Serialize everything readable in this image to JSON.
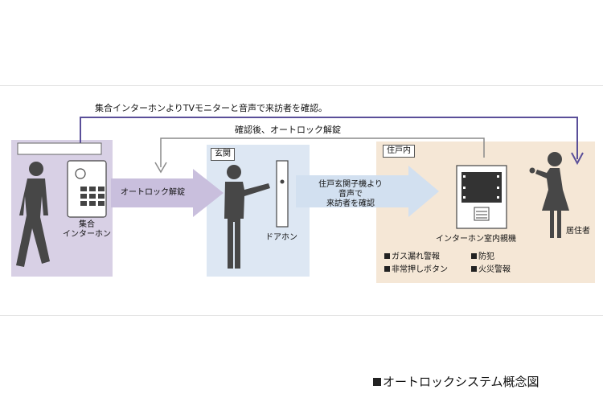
{
  "diagram": {
    "top_message": "集合インターホンよりTVモニターと音声で来訪者を確認。",
    "return_message": "確認後、オートロック解錠",
    "arrow_unlock_label": "オートロック解錠",
    "arrow_confirm_label_lines": [
      "住戸玄関子機より",
      "音声で",
      "来訪者を確認"
    ],
    "regions": {
      "genkan_tag": "玄関",
      "residence_tag": "住戸内"
    },
    "entrance": {
      "intercom_label_lines": [
        "集合",
        "インターホン"
      ]
    },
    "genkan": {
      "doorphone_label": "ドアホン"
    },
    "residence": {
      "monitor_label": "インターホン室内親機",
      "resident_label": "居住者",
      "features": [
        "ガス漏れ警報",
        "防犯",
        "非常押しボタン",
        "火災警報"
      ]
    },
    "caption": "オートロックシステム概念図"
  },
  "colors": {
    "entrance_bg": "#d8d0e5",
    "genkan_bg": "#dde7f3",
    "residence_bg": "#f5e7d6",
    "arrow_purple": "#5a4f99",
    "arrow_gray": "#8a8a8a",
    "figure": "#474747",
    "unlock_arrow_fill": "#c9bfdd",
    "confirm_arrow_fill": "#d2e0f0"
  }
}
